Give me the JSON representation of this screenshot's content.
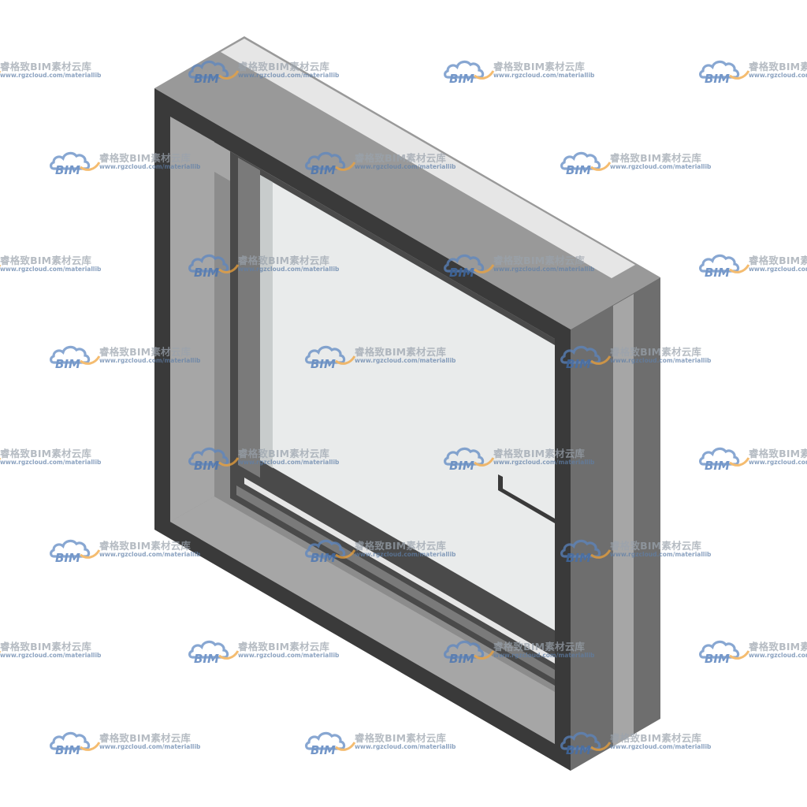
{
  "watermark": {
    "logo_text": "BIM",
    "title": "睿格致BIM素材云库",
    "url": "www.rgzcloud.com/materiallib",
    "colors": {
      "cloud": "#5b86c2",
      "logo_text": "#3f70b5",
      "accent": "#f0a33a",
      "title": "#9aa3ad",
      "url": "#5f7fa8"
    }
  },
  "window_model": {
    "icon": "window-frame-isometric",
    "colors": {
      "frame_dark": "#3a3a3a",
      "frame_mid": "#8c8c8c",
      "frame_light": "#a6a6a6",
      "frame_side": "#6e6e6e",
      "frame_top": "#999999",
      "stripe_light": "#e6e6e6",
      "sash_dark": "#4a4a4a",
      "sash_mid": "#7a7a7a",
      "glass": "#e9ebeb",
      "glass_edge": "#c8cccc"
    }
  }
}
